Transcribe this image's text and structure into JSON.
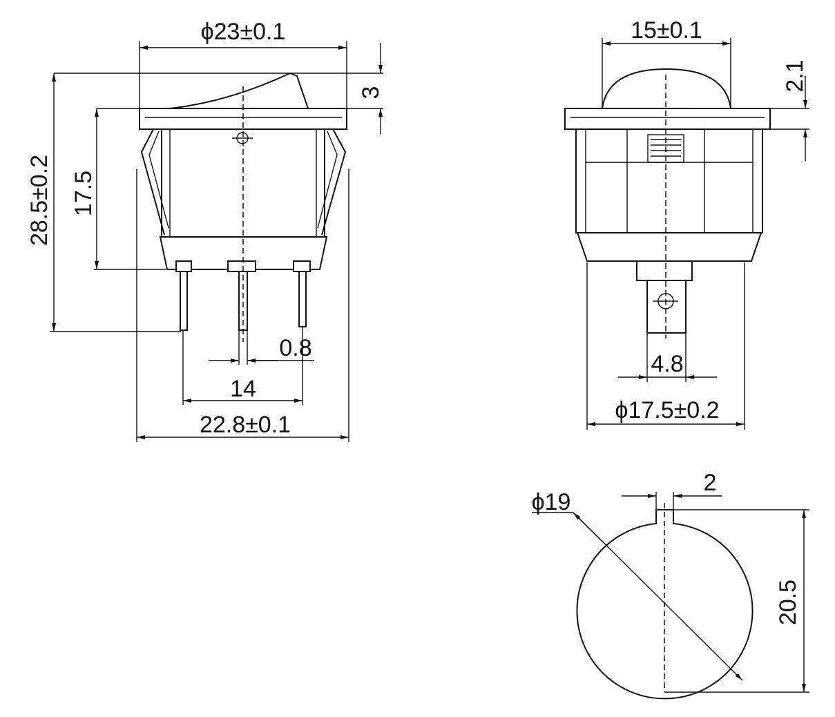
{
  "side_view": {
    "dim_bezel_diameter": "ϕ23±0.1",
    "dim_rocker_height": "3",
    "dim_total_height": "28.5±0.2",
    "dim_body_height": "17.5",
    "dim_pin_width": "0.8",
    "dim_pin_pitch": "14",
    "dim_body_width": "22.8±0.1"
  },
  "front_view": {
    "dim_dome_width": "15±0.1",
    "dim_dome_height": "2.1",
    "dim_tab_width": "4.8",
    "dim_body_diameter": "ϕ17.5±0.2"
  },
  "cutout_view": {
    "dim_hole_diameter": "ϕ19",
    "dim_key_width": "2",
    "dim_hole_height": "20.5"
  }
}
